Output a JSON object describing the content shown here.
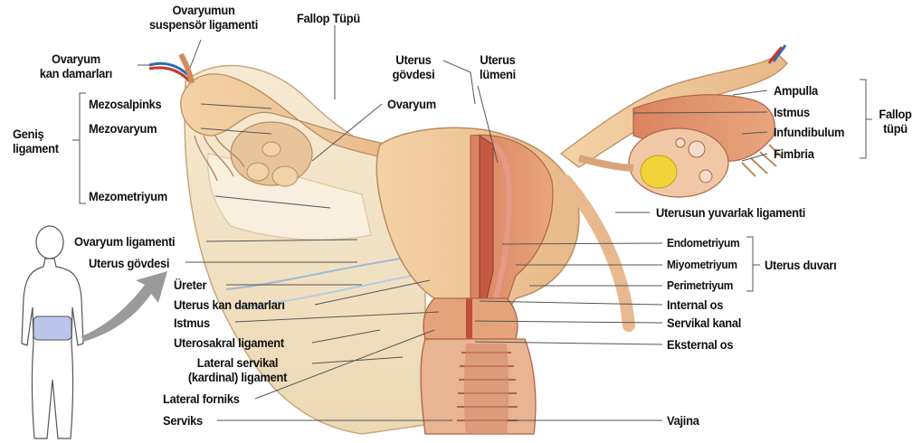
{
  "labels": {
    "ovaryum_suspansor": "Ovaryumun\nsuspensör ligamenti",
    "fallop_tupu_top": "Fallop Tüpü",
    "ovaryum_kan": "Ovaryum\nkan damarları",
    "uterus_govdesi_top": "Uterus\ngövdesi",
    "uterus_lumeni": "Uterus\nlümeni",
    "mezosalpinks": "Mezosalpinks",
    "ovaryum": "Ovaryum",
    "genis_ligament": "Geniş\nligament",
    "mezovaryum": "Mezovaryum",
    "mezometriyum": "Mezometriyum",
    "ampulla": "Ampulla",
    "istmus_right": "Istmus",
    "infundibulum": "Infundibulum",
    "fimbria": "Fimbria",
    "fallop_tupu_right": "Fallop\ntüpü",
    "uterusun_yuvarlak": "Uterusun yuvarlak ligamenti",
    "ovaryum_ligamenti": "Ovaryum ligamenti",
    "uterus_govdesi_left": "Uterus gövdesi",
    "ureter": "Üreter",
    "uterus_kan": "Uterus kan damarları",
    "istmus_left": "Istmus",
    "uterosakral": "Uterosakral ligament",
    "lateral_servikal": "Lateral servikal\n(kardinal) ligament",
    "lateral_forniks": "Lateral forniks",
    "serviks": "Serviks",
    "endometriyum": "Endometriyum",
    "miyometriyum": "Miyometriyum",
    "perimetriyum": "Perimetriyum",
    "uterus_duvari": "Uterus duvarı",
    "internal_os": "Internal os",
    "servikal_kanal": "Servikal kanal",
    "eksternal_os": "Eksternal os",
    "vajina": "Vajina"
  }
}
